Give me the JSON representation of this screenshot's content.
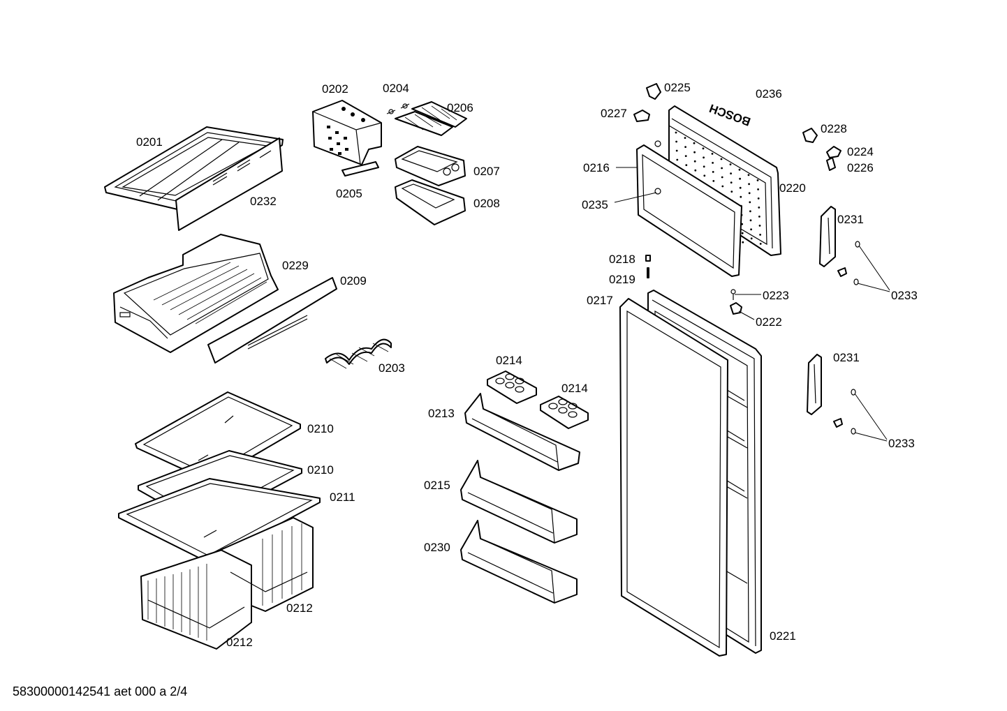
{
  "footer": "58300000142541 aet 000 a 2/4",
  "brand_mark": "BOSCH",
  "parts": [
    {
      "key": "p0201",
      "label": "0201"
    },
    {
      "key": "p0202",
      "label": "0202"
    },
    {
      "key": "p0203",
      "label": "0203"
    },
    {
      "key": "p0204",
      "label": "0204"
    },
    {
      "key": "p0205",
      "label": "0205"
    },
    {
      "key": "p0206",
      "label": "0206"
    },
    {
      "key": "p0207",
      "label": "0207"
    },
    {
      "key": "p0208",
      "label": "0208"
    },
    {
      "key": "p0209",
      "label": "0209"
    },
    {
      "key": "p0210a",
      "label": "0210"
    },
    {
      "key": "p0210b",
      "label": "0210"
    },
    {
      "key": "p0211",
      "label": "0211"
    },
    {
      "key": "p0212a",
      "label": "0212"
    },
    {
      "key": "p0212b",
      "label": "0212"
    },
    {
      "key": "p0213",
      "label": "0213"
    },
    {
      "key": "p0214a",
      "label": "0214"
    },
    {
      "key": "p0214b",
      "label": "0214"
    },
    {
      "key": "p0215",
      "label": "0215"
    },
    {
      "key": "p0216",
      "label": "0216"
    },
    {
      "key": "p0217",
      "label": "0217"
    },
    {
      "key": "p0218",
      "label": "0218"
    },
    {
      "key": "p0219",
      "label": "0219"
    },
    {
      "key": "p0220",
      "label": "0220"
    },
    {
      "key": "p0221",
      "label": "0221"
    },
    {
      "key": "p0222",
      "label": "0222"
    },
    {
      "key": "p0223",
      "label": "0223"
    },
    {
      "key": "p0224",
      "label": "0224"
    },
    {
      "key": "p0225",
      "label": "0225"
    },
    {
      "key": "p0226",
      "label": "0226"
    },
    {
      "key": "p0227",
      "label": "0227"
    },
    {
      "key": "p0228",
      "label": "0228"
    },
    {
      "key": "p0229",
      "label": "0229"
    },
    {
      "key": "p0230",
      "label": "0230"
    },
    {
      "key": "p0231a",
      "label": "0231"
    },
    {
      "key": "p0231b",
      "label": "0231"
    },
    {
      "key": "p0232",
      "label": "0232"
    },
    {
      "key": "p0233a",
      "label": "0233"
    },
    {
      "key": "p0233b",
      "label": "0233"
    },
    {
      "key": "p0235",
      "label": "0235"
    },
    {
      "key": "p0236",
      "label": "0236"
    }
  ]
}
